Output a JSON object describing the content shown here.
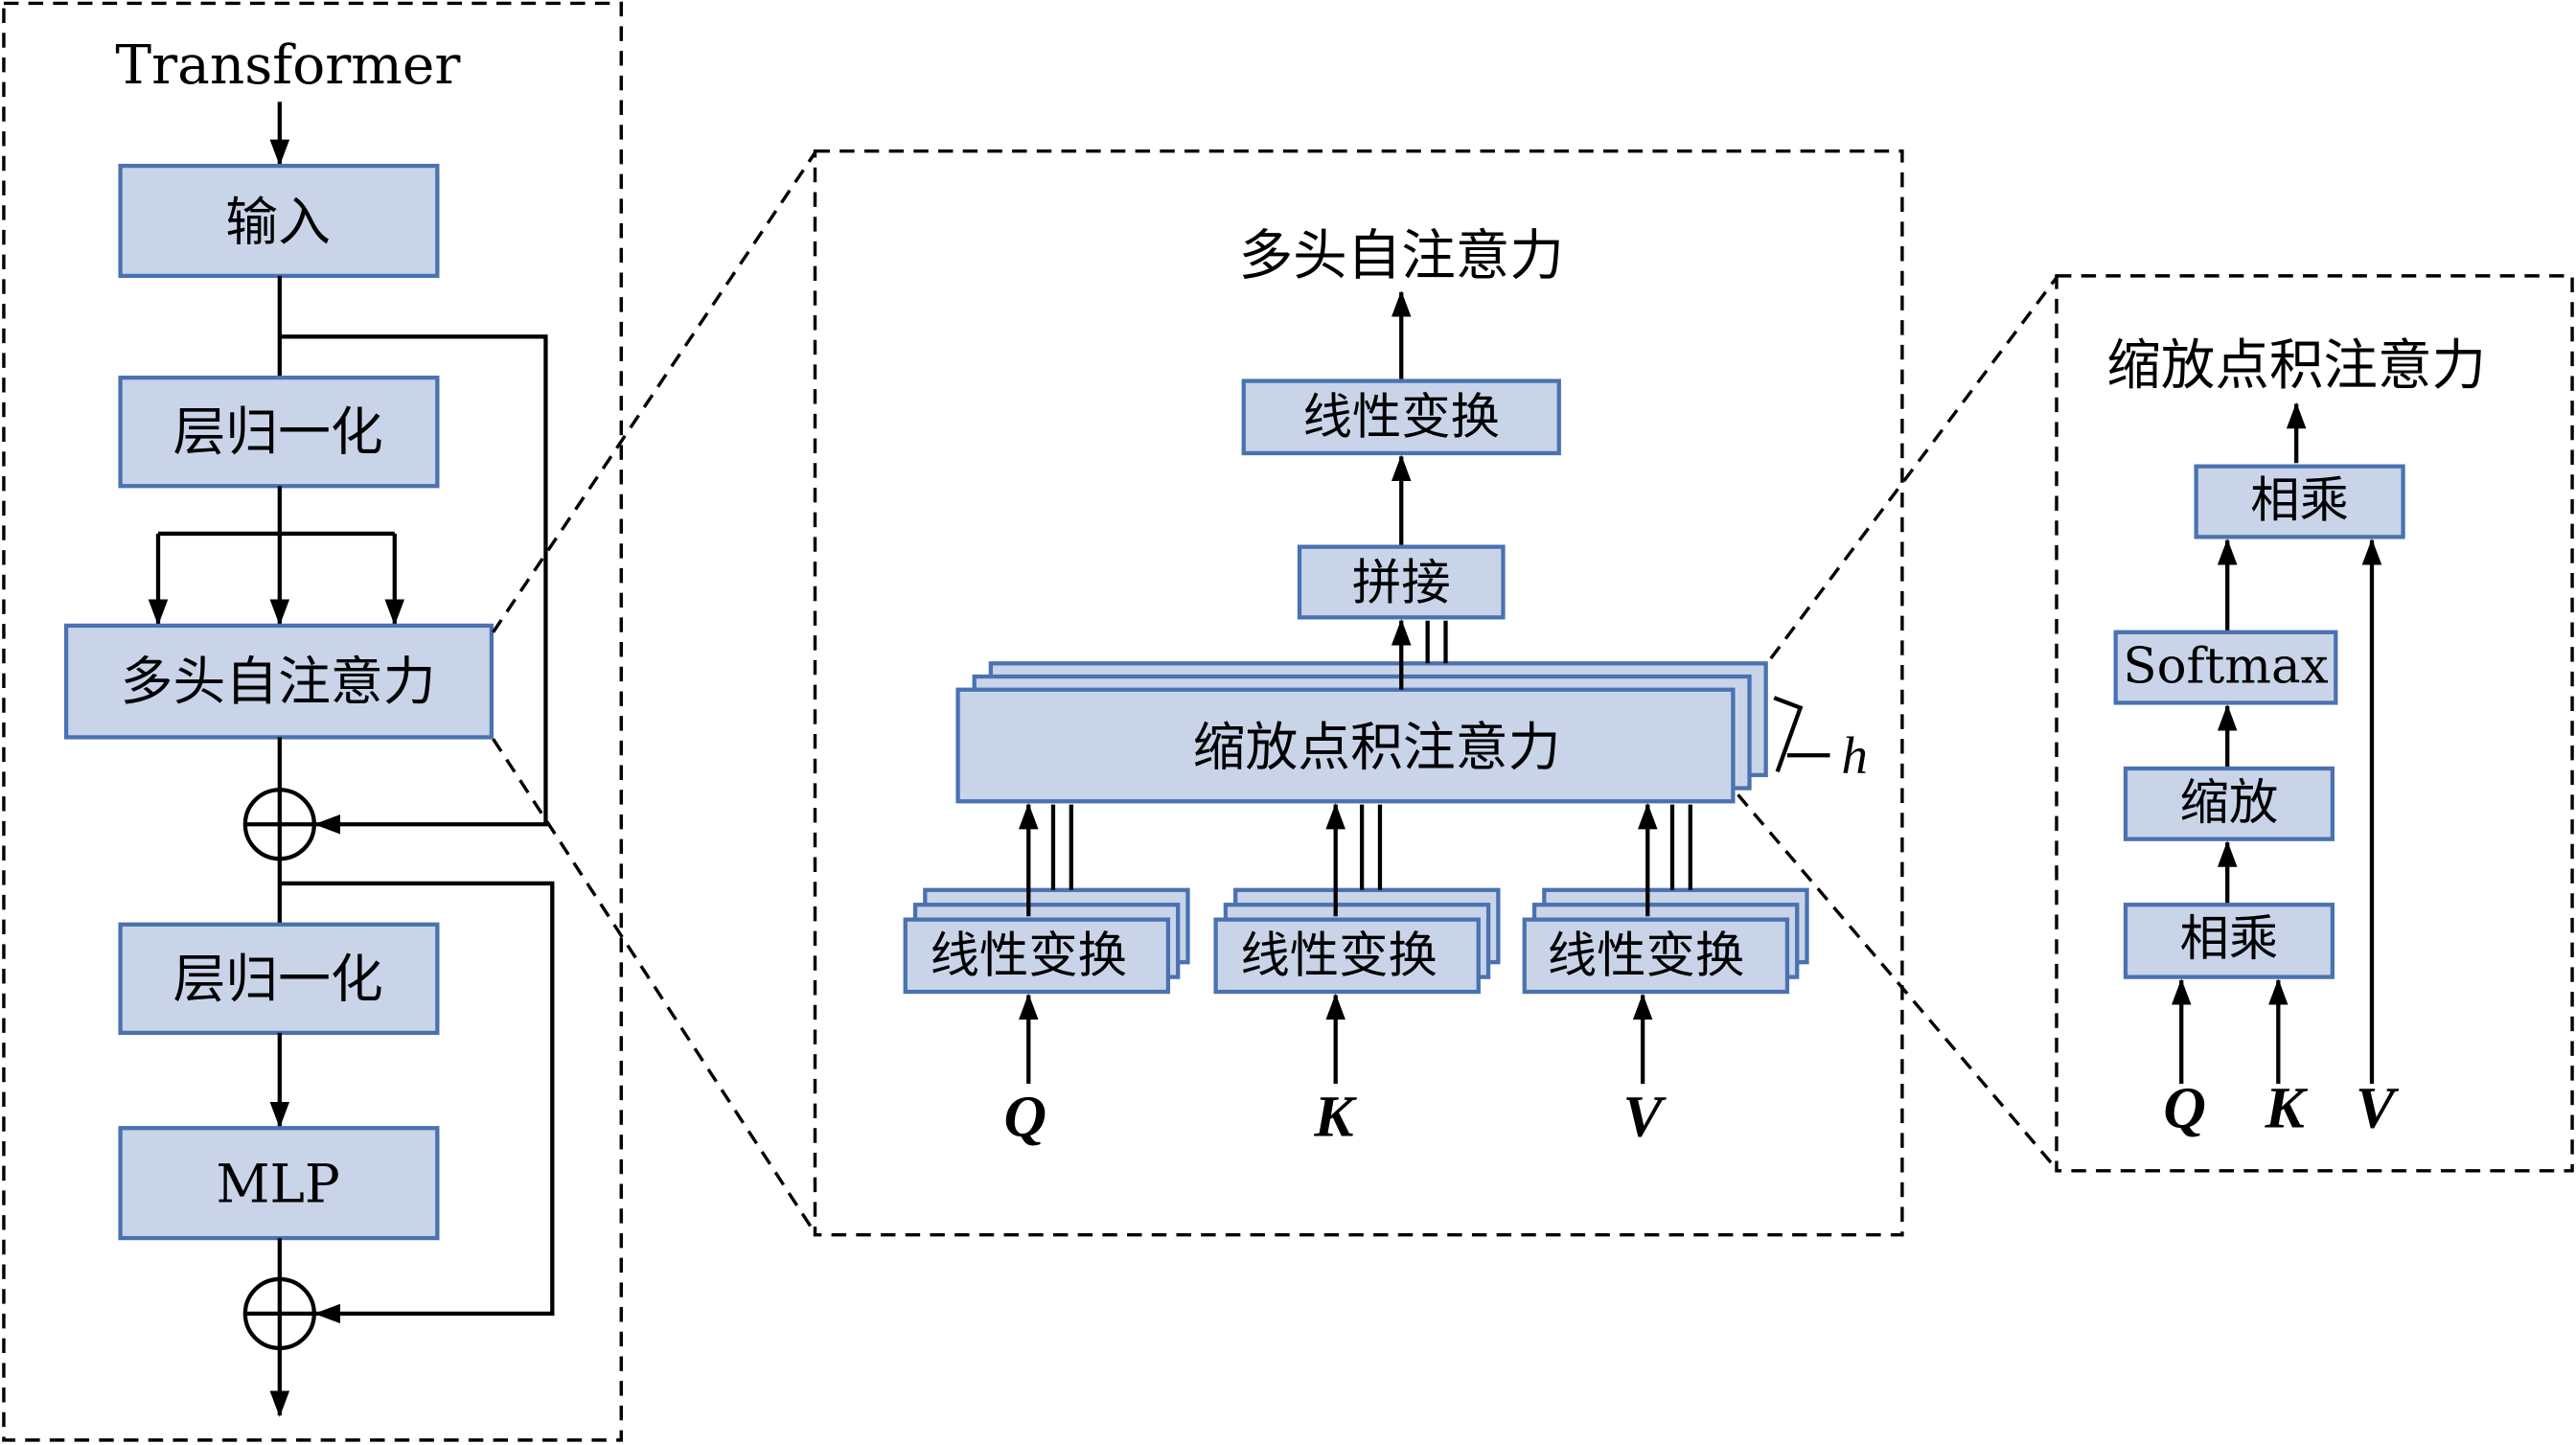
{
  "transformer_panel": {
    "title": "Transformer",
    "input": "输入",
    "layer_norm_1": "层归一化",
    "multi_head_attention": "多头自注意力",
    "layer_norm_2": "层归一化",
    "mlp": "MLP"
  },
  "multi_head_panel": {
    "title": "多头自注意力",
    "linear_out": "线性变换",
    "concat": "拼接",
    "scaled_dot_attention": "缩放点积注意力",
    "heads_label": "h",
    "linear_q": "线性变换",
    "linear_k": "线性变换",
    "linear_v": "线性变换",
    "q": "Q",
    "k": "K",
    "v": "V"
  },
  "scaled_dot_panel": {
    "title": "缩放点积注意力",
    "matmul_out": "相乘",
    "softmax": "Softmax",
    "scale": "缩放",
    "matmul_in": "相乘",
    "q": "Q",
    "k": "K",
    "v": "V"
  },
  "colors": {
    "box_fill": "#c9d4e9",
    "box_stroke": "#4a72b0",
    "line": "#000000",
    "background": "#ffffff"
  }
}
